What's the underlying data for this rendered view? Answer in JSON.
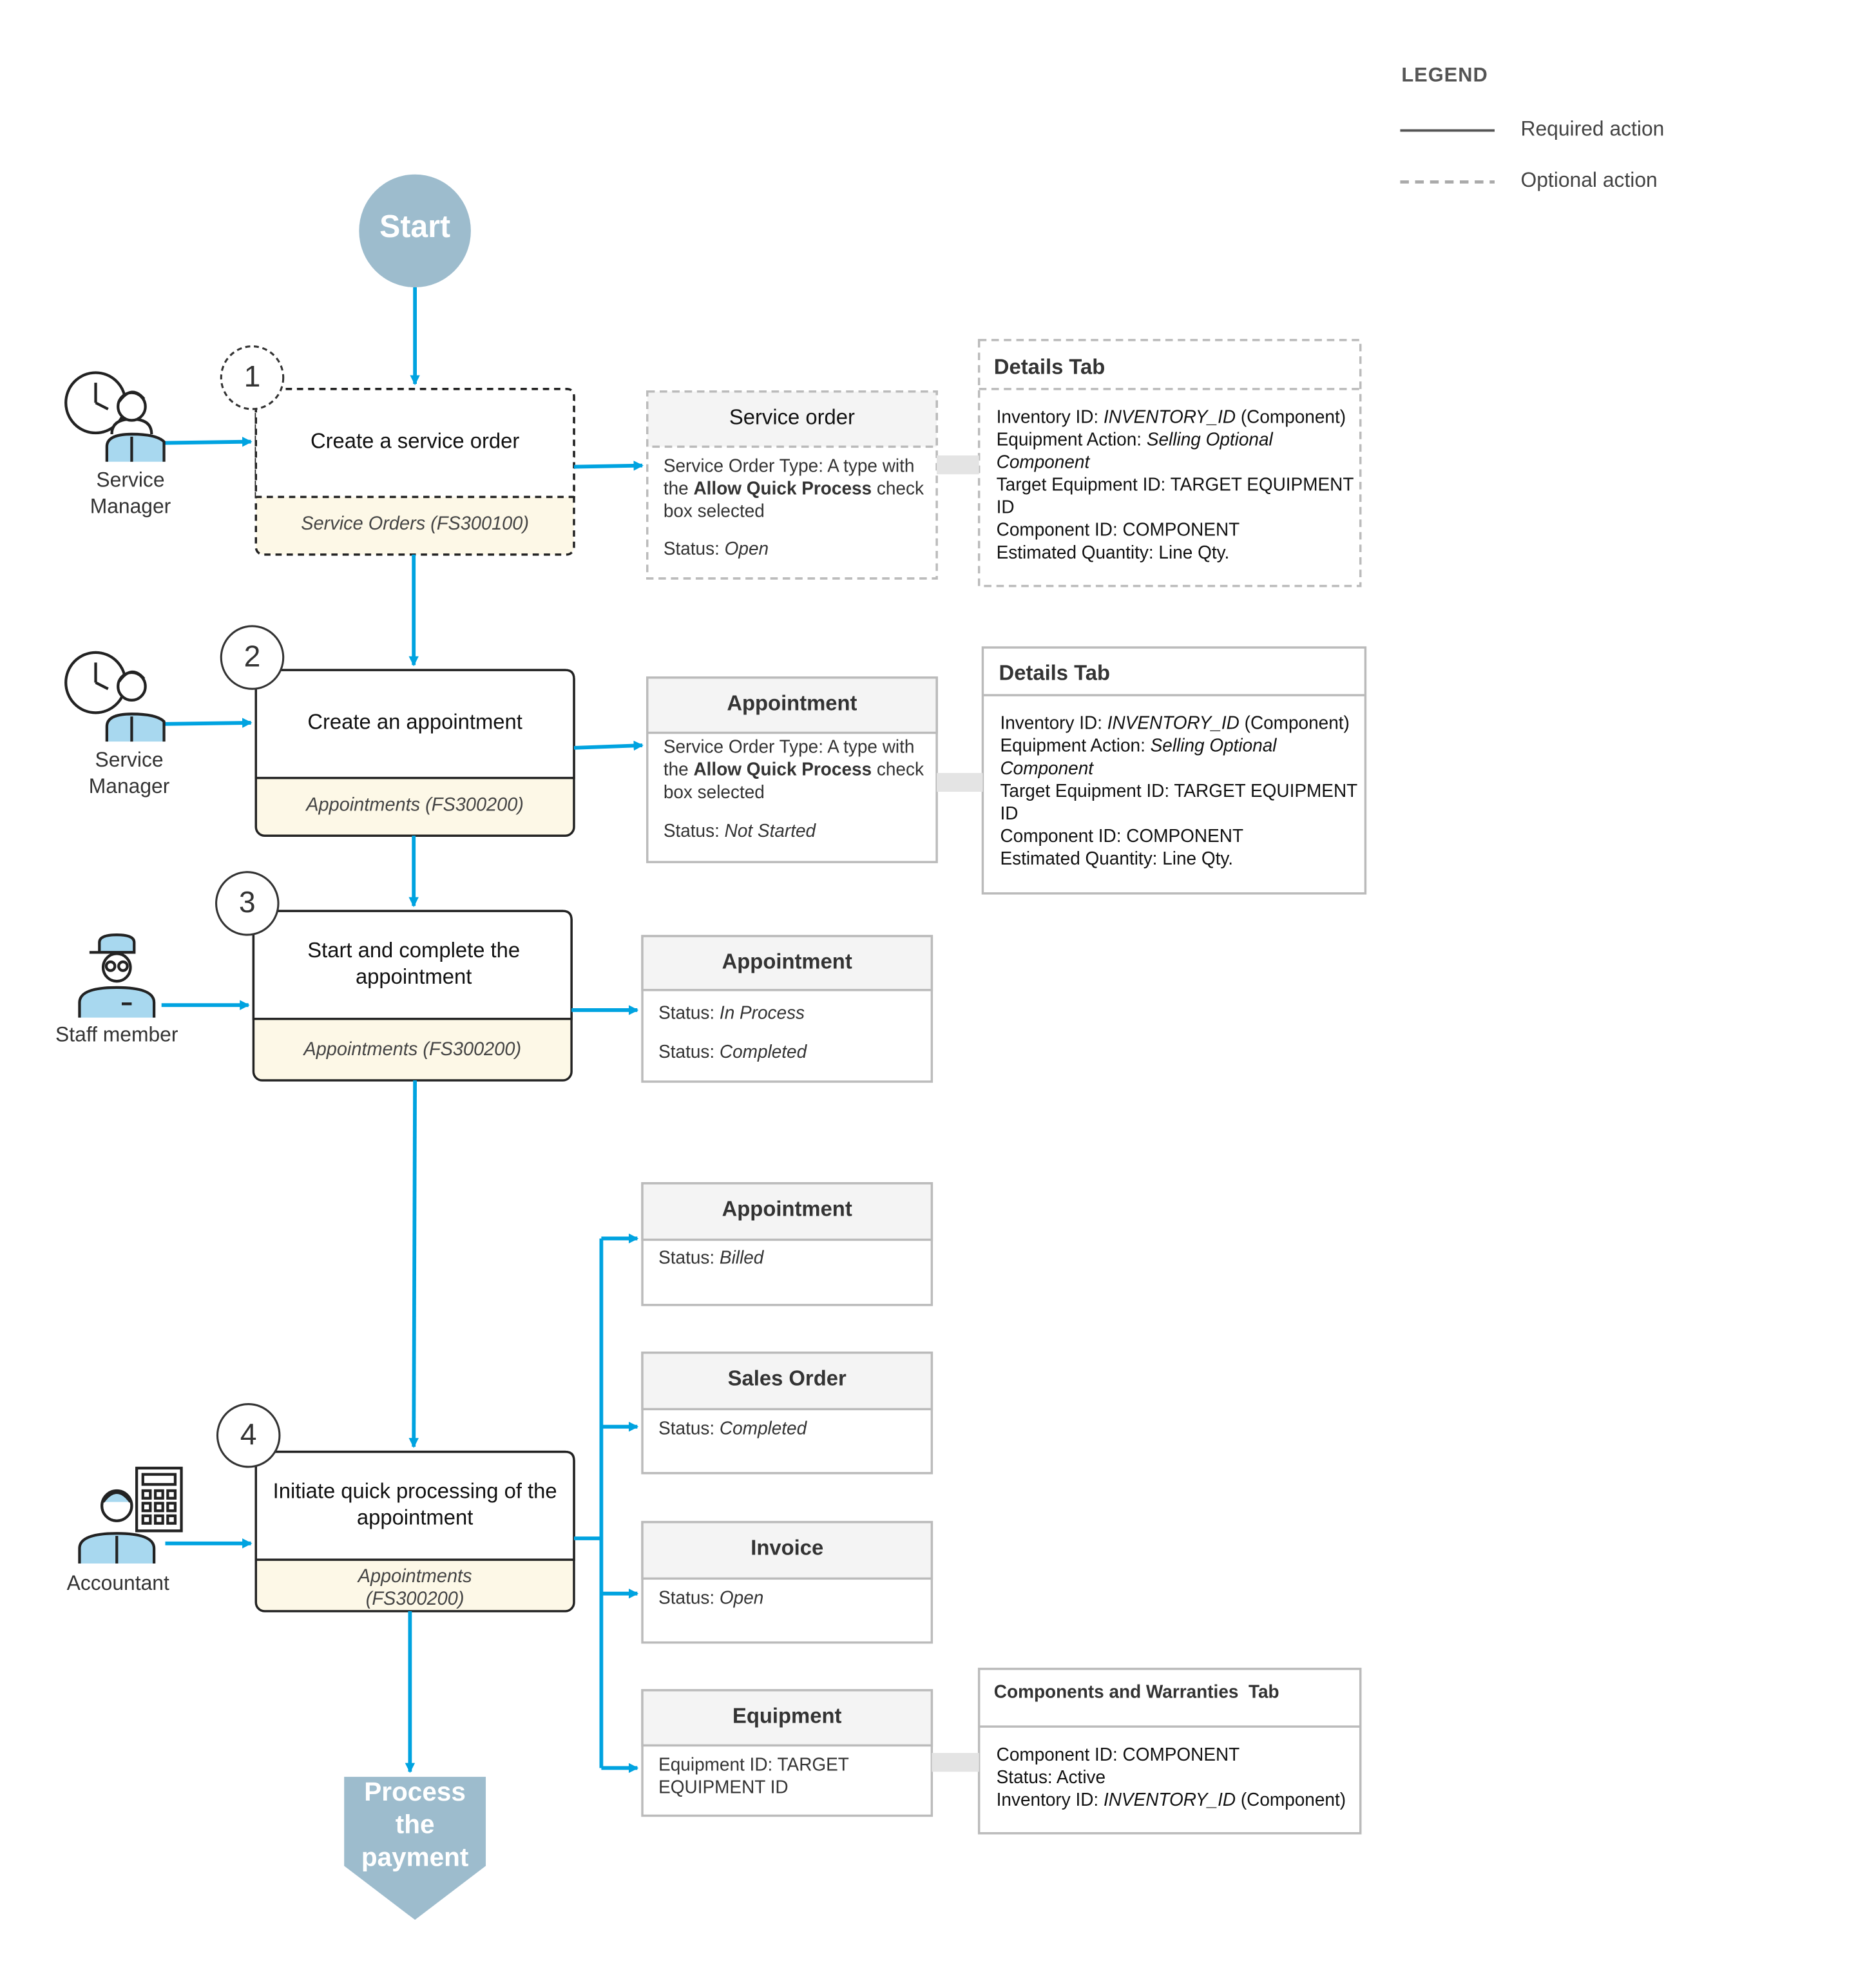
{
  "legend": {
    "title": "LEGEND",
    "required": "Required action",
    "optional": "Optional action"
  },
  "start": "Start",
  "end": "Process the payment",
  "colors": {
    "flow": "#00a3e0",
    "start": "#9dbccd",
    "screen_bg": "#fdf8e7",
    "head_bg": "#f4f4f4",
    "border_gray": "#b8b8b8"
  },
  "steps": [
    {
      "num": "1",
      "title": "Create a service order",
      "screen": "Service Orders (FS300100)",
      "actor": "Service Manager",
      "optional": true
    },
    {
      "num": "2",
      "title": "Create an appointment",
      "screen": "Appointments (FS300200)",
      "actor": "Service Manager",
      "optional": false
    },
    {
      "num": "3",
      "title": "Start and complete the appointment",
      "screen": "Appointments (FS300200)",
      "actor": "Staff member",
      "optional": false
    },
    {
      "num": "4",
      "title": "Initiate quick processing of the appointment",
      "screen": "Appointments (FS300200)",
      "actor": "Accountant",
      "optional": false
    }
  ],
  "boxes": {
    "service_order": {
      "title": "Service order",
      "type_prefix": "Service Order Type: A type with the ",
      "type_bold": "Allow Quick Process",
      "type_suffix": " check box selected",
      "status_label": "Status: ",
      "status_value": "Open"
    },
    "appointment1": {
      "title": "Appointment",
      "type_prefix": "Service Order Type: A type with the ",
      "type_bold": "Allow Quick Process",
      "type_suffix": " check box selected",
      "status_label": "Status: ",
      "status_value": "Not Started"
    },
    "appointment2": {
      "title": "Appointment",
      "status1_label": "Status: ",
      "status1_value": "In Process",
      "status2_label": "Status: ",
      "status2_value": "Completed"
    },
    "appointment3": {
      "title": "Appointment",
      "status_label": "Status: ",
      "status_value": "Billed"
    },
    "sales_order": {
      "title": "Sales Order",
      "status_label": "Status: ",
      "status_value": "Completed"
    },
    "invoice": {
      "title": "Invoice",
      "status_label": "Status: ",
      "status_value": "Open"
    },
    "equipment": {
      "title": "Equipment",
      "line": "Equipment ID: TARGET EQUIPMENT ID"
    }
  },
  "details": {
    "title": "Details Tab",
    "inv_label": "Inventory ID: ",
    "inv_value": "INVENTORY_ID",
    "inv_suffix": " (Component)",
    "action_label": "Equipment Action: ",
    "action_value": "Selling Optional Component",
    "target": "Target Equipment ID: TARGET EQUIPMENT ID",
    "component": "Component ID: COMPONENT",
    "qty": "Estimated Quantity: Line Qty."
  },
  "components_tab": {
    "title": "Components and Warranties  Tab",
    "component": "Component ID: COMPONENT",
    "status": "Status: Active",
    "inv_label": "Inventory ID: ",
    "inv_value": "INVENTORY_ID",
    "inv_suffix": " (Component)"
  }
}
